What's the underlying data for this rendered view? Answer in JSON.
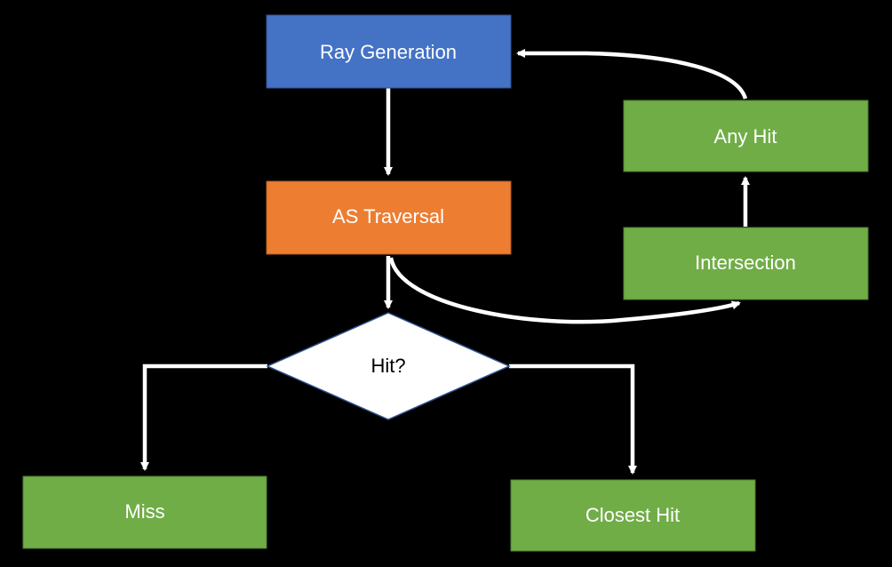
{
  "nodes": {
    "ray_generation": {
      "label": "Ray Generation",
      "fill": "#4472C4",
      "text_color": "#FFFFFF"
    },
    "as_traversal": {
      "label": "AS Traversal",
      "fill": "#ED7D31",
      "text_color": "#FFFFFF"
    },
    "any_hit": {
      "label": "Any Hit",
      "fill": "#70AD47",
      "text_color": "#FFFFFF"
    },
    "intersection": {
      "label": "Intersection",
      "fill": "#70AD47",
      "text_color": "#FFFFFF"
    },
    "hit_decision": {
      "label": "Hit?",
      "fill": "#FFFFFF",
      "text_color": "#000000"
    },
    "miss": {
      "label": "Miss",
      "fill": "#70AD47",
      "text_color": "#FFFFFF"
    },
    "closest_hit": {
      "label": "Closest Hit",
      "fill": "#70AD47",
      "text_color": "#FFFFFF"
    }
  },
  "edge_color": "#FFFFFF",
  "background": "#000000"
}
